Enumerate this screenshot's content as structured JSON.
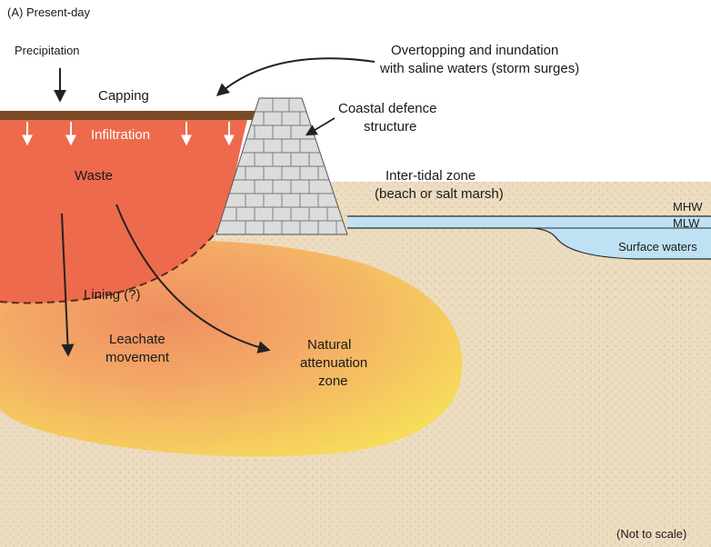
{
  "panel_title": "(A) Present-day",
  "labels": {
    "precipitation": "Precipitation",
    "capping": "Capping",
    "infiltration": "Infiltration",
    "waste": "Waste",
    "overtopping_line1": "Overtopping and inundation",
    "overtopping_line2": "with saline waters (storm surges)",
    "defence_line1": "Coastal defence",
    "defence_line2": "structure",
    "intertidal_line1": "Inter-tidal zone",
    "intertidal_line2": "(beach or salt marsh)",
    "mhw": "MHW",
    "mlw": "MLW",
    "surface_waters": "Surface waters",
    "lining": "Lining (?)",
    "leachate_line1": "Leachate",
    "leachate_line2": "movement",
    "natural_line1": "Natural",
    "natural_line2": "attenuation",
    "natural_line3": "zone",
    "not_to_scale": "(Not to scale)"
  },
  "colors": {
    "waste": "#ee6a4d",
    "capping": "#7a4a26",
    "sand": "#ecdcc0",
    "water": "#bfe1f4",
    "plume_inner": "#f6a05a",
    "plume_outer": "#f6d85a",
    "wall": "#dcdcdc"
  }
}
